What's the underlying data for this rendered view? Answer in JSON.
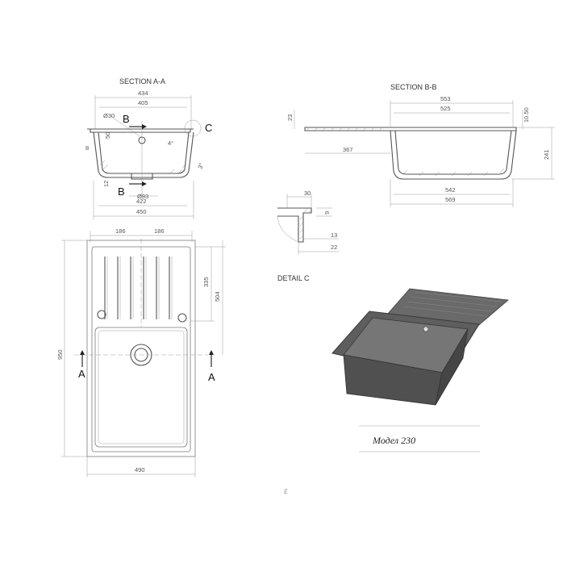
{
  "sections": {
    "section_aa": {
      "title": "SECTION A-A",
      "dims": [
        "434",
        "405",
        "Ø30",
        "50",
        "4°",
        "8",
        "3°",
        "12",
        "Ø93",
        "422",
        "450"
      ],
      "markers": [
        "B",
        "B",
        "C"
      ]
    },
    "section_bb": {
      "title": "SECTION B-B",
      "dims": [
        "553",
        "525",
        "23",
        "10.50",
        "367",
        "241",
        "542",
        "569"
      ]
    },
    "detail_c": {
      "title": "DETAIL C",
      "dims": [
        "30",
        "9",
        "13",
        "22"
      ]
    },
    "plan_view": {
      "dims": [
        "186",
        "186",
        "335",
        "504",
        "950",
        "490"
      ],
      "markers": [
        "A",
        "A"
      ]
    }
  },
  "caption": "Модел 230",
  "colors": {
    "line": "#7a7a7a",
    "render_body": "#5e5e5e",
    "render_dark": "#3d3d3d"
  }
}
